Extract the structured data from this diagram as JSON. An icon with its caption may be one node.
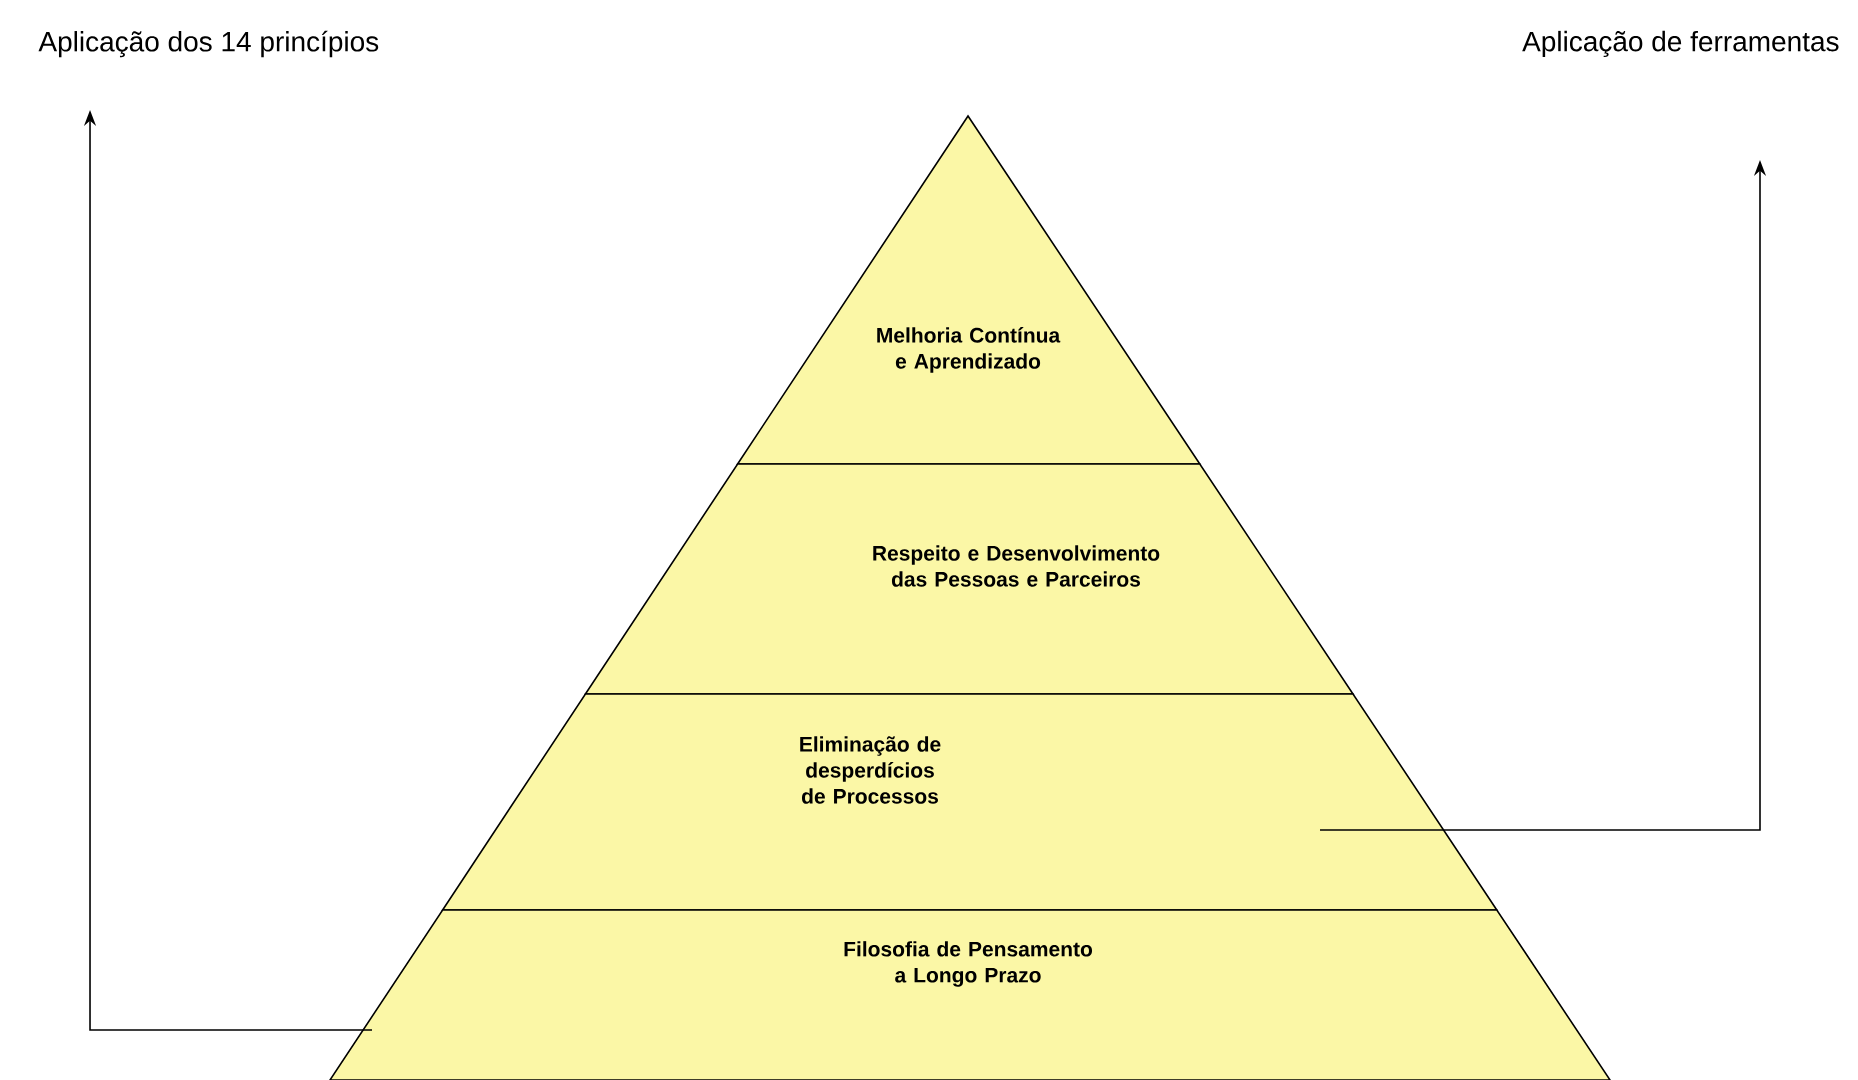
{
  "diagram": {
    "nodes": [
      {
        "text": [
          "Aplicação dos 14 princípios"
        ]
      },
      {
        "text": [
          "Aplicação de ferramentas"
        ]
      },
      {
        "text": [
          "Melhoria Contínua e Aprendizado"
        ]
      },
      {
        "text": [
          "Respeito e Desenvolvimento das Pessoas e Parceiros"
        ]
      },
      {
        "text": [
          "Eliminação de desperdícios de Processos"
        ]
      },
      {
        "text": [
          "Filosofia de Pensamento a Longo Prazo"
        ]
      }
    ],
    "edges": [
      {
        "from": 5,
        "to": 0,
        "arrow": "to"
      },
      {
        "from": 4,
        "to": 1,
        "arrow": "to"
      }
    ]
  }
}
